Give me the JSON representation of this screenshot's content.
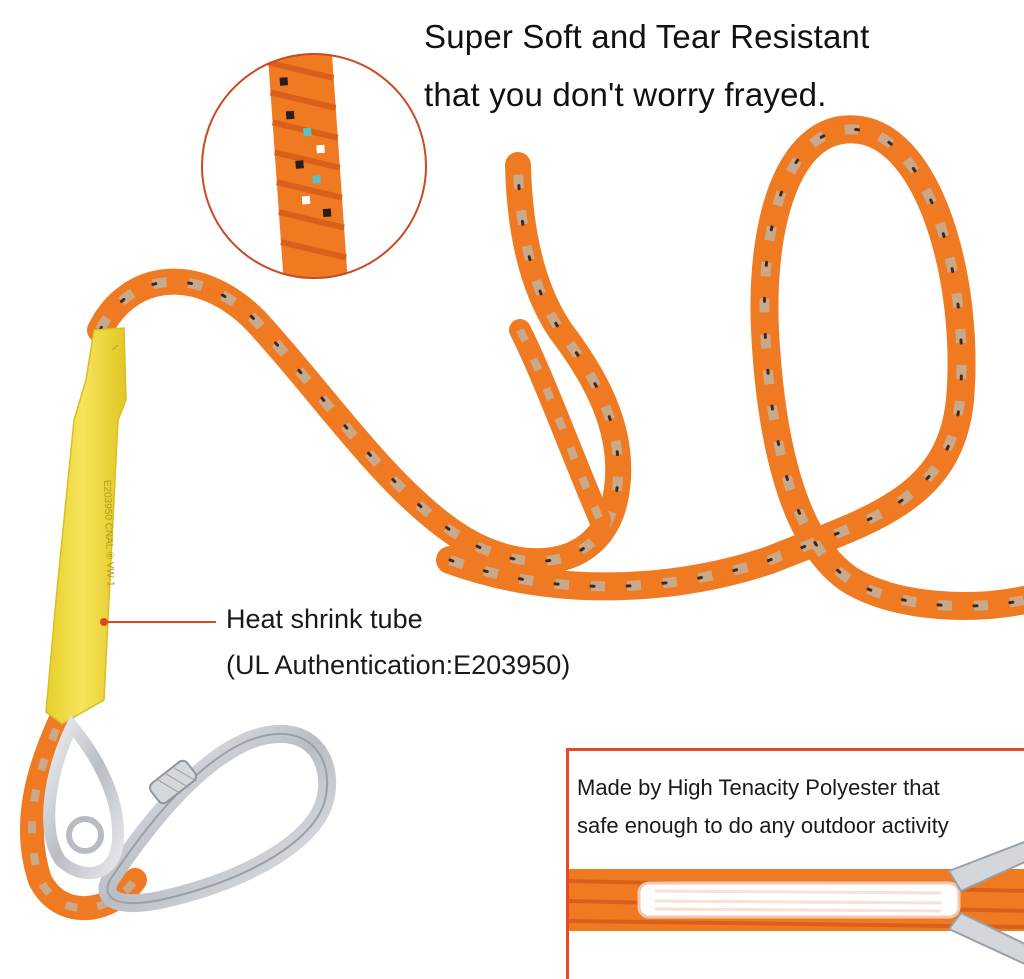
{
  "headline": {
    "line1": "Super Soft and Tear Resistant",
    "line2": "that you don't worry frayed."
  },
  "callout": {
    "line1": "Heat shrink tube",
    "line2": "(UL Authentication:E203950)"
  },
  "detail": {
    "line1": "Made by High Tenacity Polyester that",
    "line2": "safe enough to do any outdoor activity"
  },
  "colors": {
    "rope": "#f07a22",
    "rope_stripe": "#c9a98a",
    "tube": "#f2dc3c",
    "carabiner": "#c9ccd2",
    "accent": "#e84a22"
  }
}
